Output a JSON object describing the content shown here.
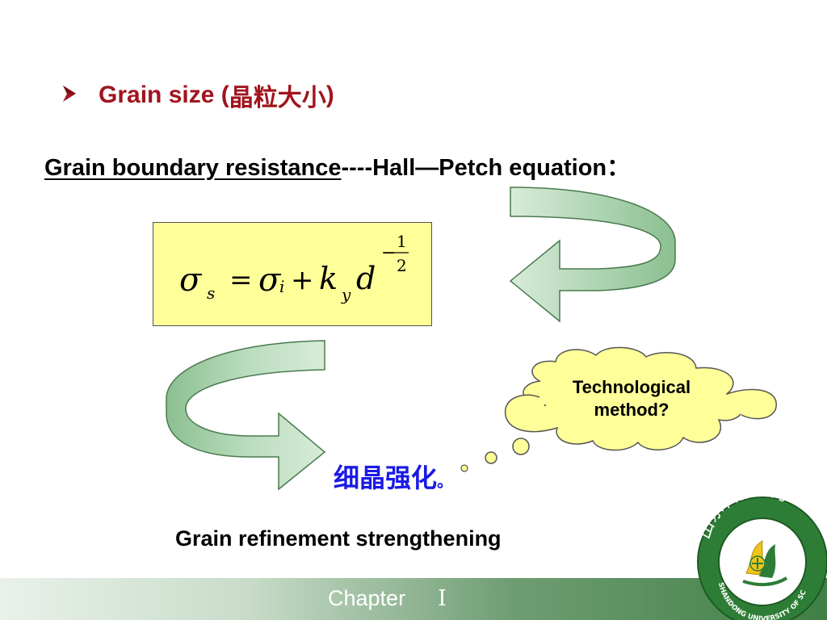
{
  "heading": {
    "bullet_icon": "arrowhead-bullet-icon",
    "text": "Grain size (",
    "text_cn": "晶粒大小",
    "text_close": ")",
    "color": "#a0141e"
  },
  "subheading": {
    "underlined": "Grain boundary resistance",
    "rest": "----Hall—Petch equation："
  },
  "formula": {
    "sigma": "σ",
    "sigma_sub": "s",
    "equals": "=",
    "sigma_i": "σ",
    "sigma_i_sub": "i",
    "plus": "+",
    "k": "k",
    "k_sub": "y",
    "d": "d",
    "exp_sign": "−",
    "exp_num": "1",
    "exp_den": "2",
    "box_color": "#ffff99"
  },
  "cloud": {
    "line1": "Technological",
    "line2": "method?",
    "fill_color": "#ffff99"
  },
  "labels": {
    "chinese": "细晶强化",
    "chinese_dot": "。",
    "english": "Grain refinement strengthening",
    "chinese_color": "#1a1ae6"
  },
  "footer": {
    "chapter": "Chapter",
    "number": "Ⅰ"
  },
  "logo": {
    "icon": "university-seal-icon",
    "text": "SHANDONG UNIVERSITY OF SCIENCE AND TECHNOLOGY",
    "script": "山东科技大学"
  },
  "arrow_color": "#9fc9a3"
}
